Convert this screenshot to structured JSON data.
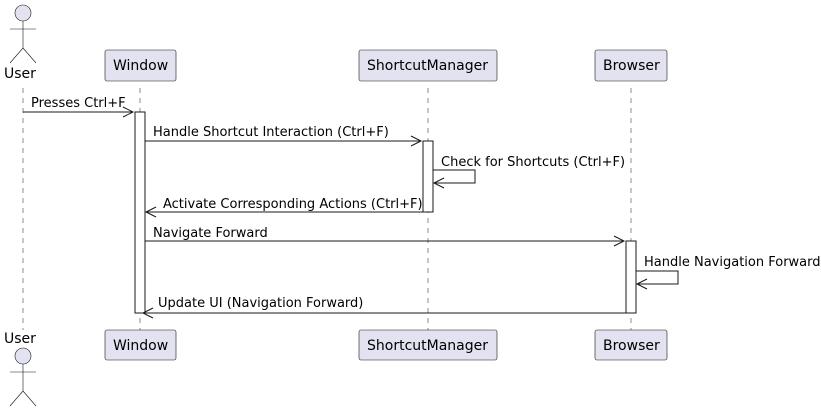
{
  "diagram": {
    "type": "sequence",
    "participants": [
      {
        "id": "user",
        "label": "User",
        "kind": "actor"
      },
      {
        "id": "window",
        "label": "Window",
        "kind": "participant"
      },
      {
        "id": "shortcut_manager",
        "label": "ShortcutManager",
        "kind": "participant"
      },
      {
        "id": "browser",
        "label": "Browser",
        "kind": "participant"
      }
    ],
    "messages": [
      {
        "from": "user",
        "to": "window",
        "label": "Presses Ctrl+F"
      },
      {
        "from": "window",
        "to": "shortcut_manager",
        "label": "Handle Shortcut Interaction (Ctrl+F)"
      },
      {
        "from": "shortcut_manager",
        "to": "shortcut_manager",
        "label": "Check for Shortcuts (Ctrl+F)"
      },
      {
        "from": "shortcut_manager",
        "to": "window",
        "label": "Activate Corresponding Actions (Ctrl+F)"
      },
      {
        "from": "window",
        "to": "browser",
        "label": "Navigate Forward"
      },
      {
        "from": "browser",
        "to": "browser",
        "label": "Handle Navigation Forward"
      },
      {
        "from": "browser",
        "to": "window",
        "label": "Update UI (Navigation Forward)"
      }
    ],
    "colors": {
      "participant_fill": "#e2e2f0",
      "stroke": "#181818",
      "activation_fill": "#ffffff"
    }
  }
}
